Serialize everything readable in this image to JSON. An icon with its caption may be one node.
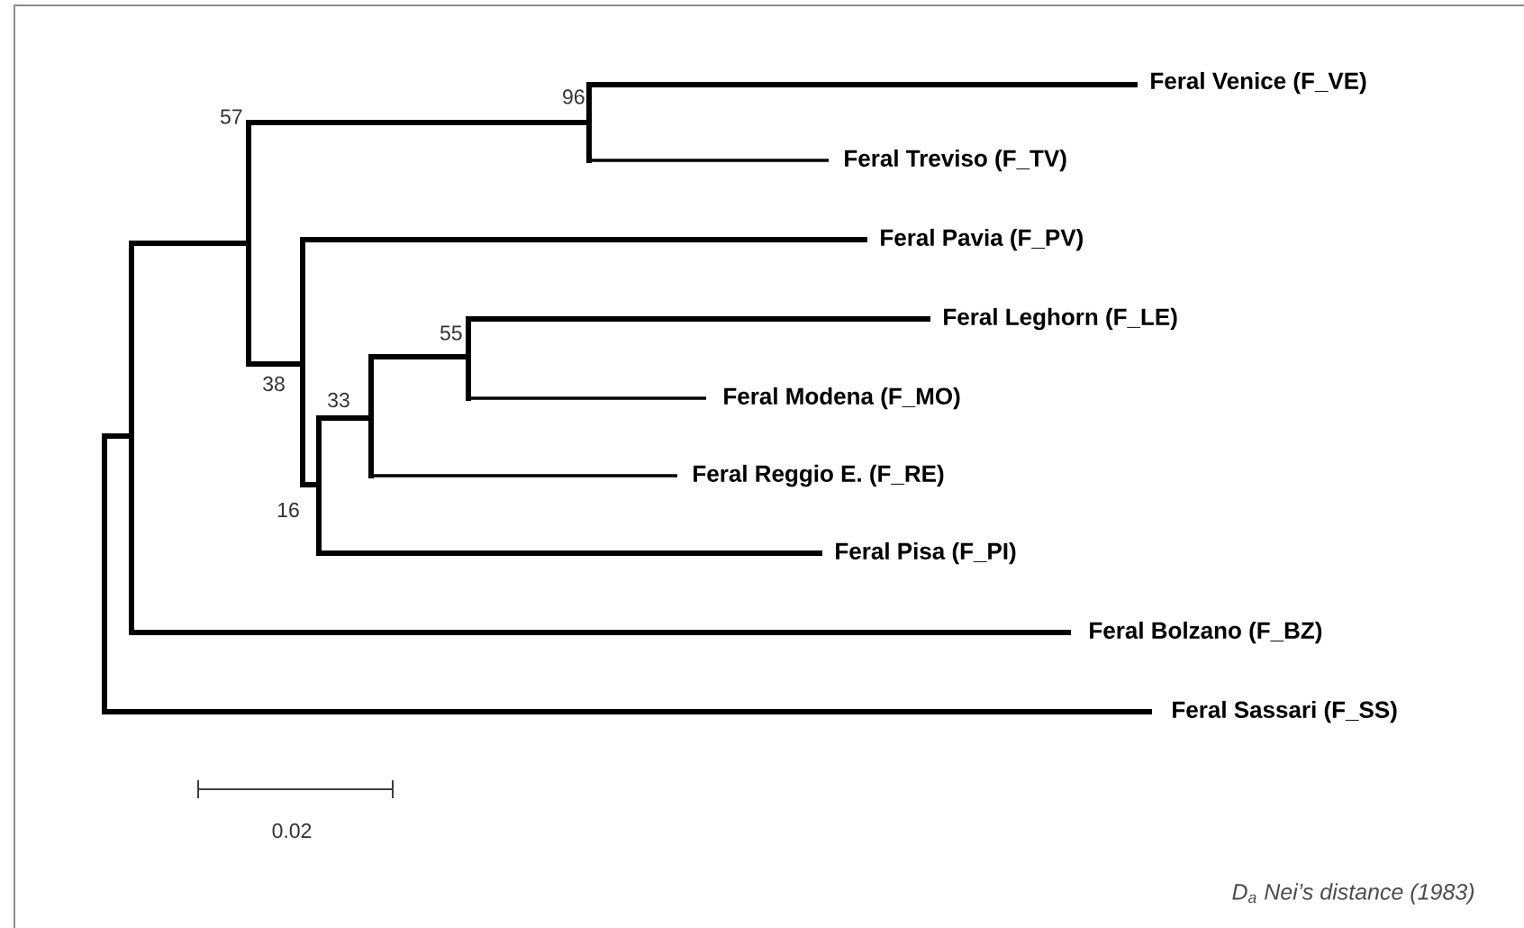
{
  "diagram": {
    "caption": "D$_{a}$ Nei’s distance (1983)",
    "labels": [
      "96",
      "Feral Venice (F_VE)",
      "Feral Treviso (F_TV)",
      "57",
      "Feral Pavia (F_PV)",
      "Feral Leghorn (F_LE)",
      "55",
      "Feral Modena (F_MO)",
      "38",
      "33",
      "Feral Reggio E. (F_RE)",
      "16",
      "Feral Pisa (F_PI)",
      "Feral Bolzano (F_BZ)",
      "Feral Sassari (F_SS)",
      "0.02"
    ]
  }
}
